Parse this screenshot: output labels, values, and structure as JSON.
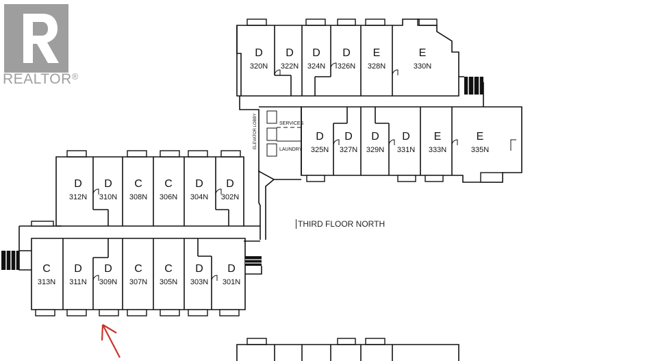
{
  "logo": {
    "text": "REALTOR",
    "registered_mark": "®",
    "brand_color": "#9e9e9e",
    "icon": "realtor-r-logo-icon"
  },
  "plan": {
    "title": "THIRD FLOOR NORTH",
    "labels": {
      "elevator_lobby": "ELEVATOR LOBBY",
      "services": "SERVICES",
      "laundry": "LAUNDRY"
    },
    "arrow_color": "#c8342b",
    "units": [
      {
        "id": "320N",
        "type": "D"
      },
      {
        "id": "322N",
        "type": "D"
      },
      {
        "id": "324N",
        "type": "D"
      },
      {
        "id": "326N",
        "type": "D"
      },
      {
        "id": "328N",
        "type": "E"
      },
      {
        "id": "330N",
        "type": "E"
      },
      {
        "id": "325N",
        "type": "D"
      },
      {
        "id": "327N",
        "type": "D"
      },
      {
        "id": "329N",
        "type": "D"
      },
      {
        "id": "331N",
        "type": "D"
      },
      {
        "id": "333N",
        "type": "E"
      },
      {
        "id": "335N",
        "type": "E"
      },
      {
        "id": "312N",
        "type": "D"
      },
      {
        "id": "310N",
        "type": "D"
      },
      {
        "id": "308N",
        "type": "C"
      },
      {
        "id": "306N",
        "type": "C"
      },
      {
        "id": "304N",
        "type": "D"
      },
      {
        "id": "302N",
        "type": "D"
      },
      {
        "id": "313N",
        "type": "C"
      },
      {
        "id": "311N",
        "type": "D"
      },
      {
        "id": "309N",
        "type": "D"
      },
      {
        "id": "307N",
        "type": "C"
      },
      {
        "id": "305N",
        "type": "C"
      },
      {
        "id": "303N",
        "type": "D"
      },
      {
        "id": "301N",
        "type": "D"
      }
    ]
  }
}
